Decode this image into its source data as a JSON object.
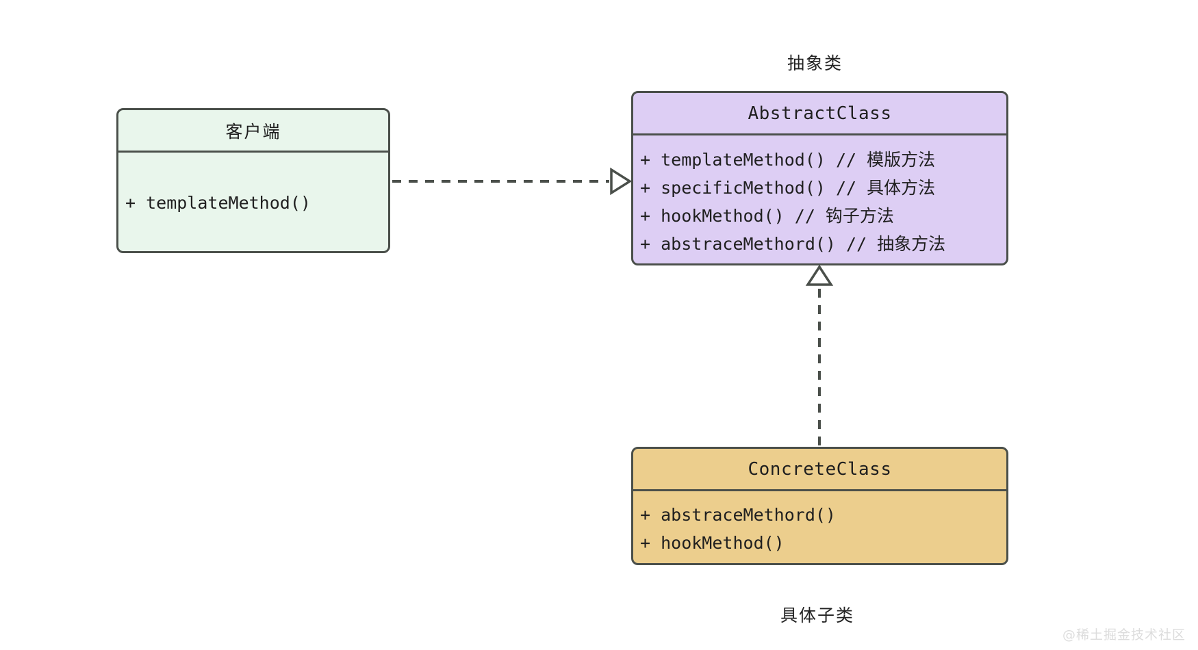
{
  "diagram": {
    "title": "Template Method Pattern UML class diagram",
    "background": "#ffffff",
    "border_color": "#4a4f4a"
  },
  "captions": {
    "abstract": "抽象类",
    "concrete": "具体子类"
  },
  "boxes": {
    "client": {
      "name": "客户端",
      "fill": "#e9f6ec",
      "members": [
        "+ templateMethod()"
      ]
    },
    "abstract": {
      "name": "AbstractClass",
      "fill": "#ddcef4",
      "members": [
        "+ templateMethod() // 模版方法",
        "+ specificMethod() // 具体方法",
        "+ hookMethod() // 钩子方法",
        "+ abstraceMethord() // 抽象方法"
      ]
    },
    "concrete": {
      "name": "ConcreteClass",
      "fill": "#ecce8d",
      "members": [
        "+ abstraceMethord()",
        "+ hookMethod()"
      ]
    }
  },
  "connectors": [
    {
      "id": "client-to-abstract",
      "from": "client",
      "to": "abstract",
      "style": "dashed",
      "arrowhead": "hollow-triangle",
      "direction": "right",
      "color": "#4a4f4a"
    },
    {
      "id": "concrete-to-abstract",
      "from": "concrete",
      "to": "abstract",
      "style": "dashed",
      "arrowhead": "hollow-triangle",
      "direction": "up",
      "color": "#4a4f4a"
    }
  ],
  "watermark": {
    "text": "@稀土掘金技术社区",
    "color": "#dcdcdc"
  }
}
